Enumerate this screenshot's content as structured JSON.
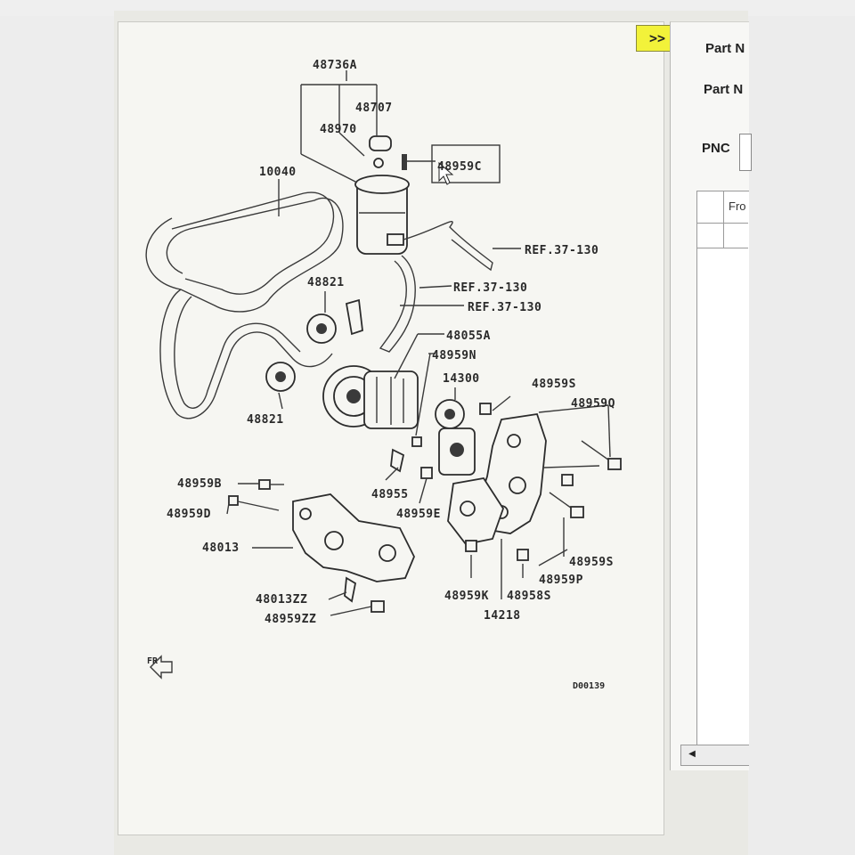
{
  "toolbar": {
    "next_label": ">>"
  },
  "side_panel": {
    "part_name_label": "Part N",
    "part_number_label": "Part N",
    "pnc_label": "PNC",
    "table_col_label": "Fro"
  },
  "diagram": {
    "labels": {
      "l48736A": "48736A",
      "l48707": "48707",
      "l48970": "48970",
      "l48959C": "48959C",
      "l10040": "10040",
      "ref1": "REF.37-130",
      "ref2": "REF.37-130",
      "ref3": "REF.37-130",
      "l48821a": "48821",
      "l48821b": "48821",
      "l48055A": "48055A",
      "l48959N": "48959N",
      "l14300": "14300",
      "l48959S_top": "48959S",
      "l48959Q": "48959Q",
      "l48959B": "48959B",
      "l48959D": "48959D",
      "l48955": "48955",
      "l48959E": "48959E",
      "l48013": "48013",
      "l48959S_right": "48959S",
      "l48959P": "48959P",
      "l48013ZZ": "48013ZZ",
      "l48959ZZ": "48959ZZ",
      "l48959K": "48959K",
      "l48958S": "48958S",
      "l14218": "14218",
      "fr": "FR",
      "code": "D00139"
    }
  },
  "colors": {
    "next_button": "#f2f23a",
    "panel_bg": "#f6f6f2"
  }
}
